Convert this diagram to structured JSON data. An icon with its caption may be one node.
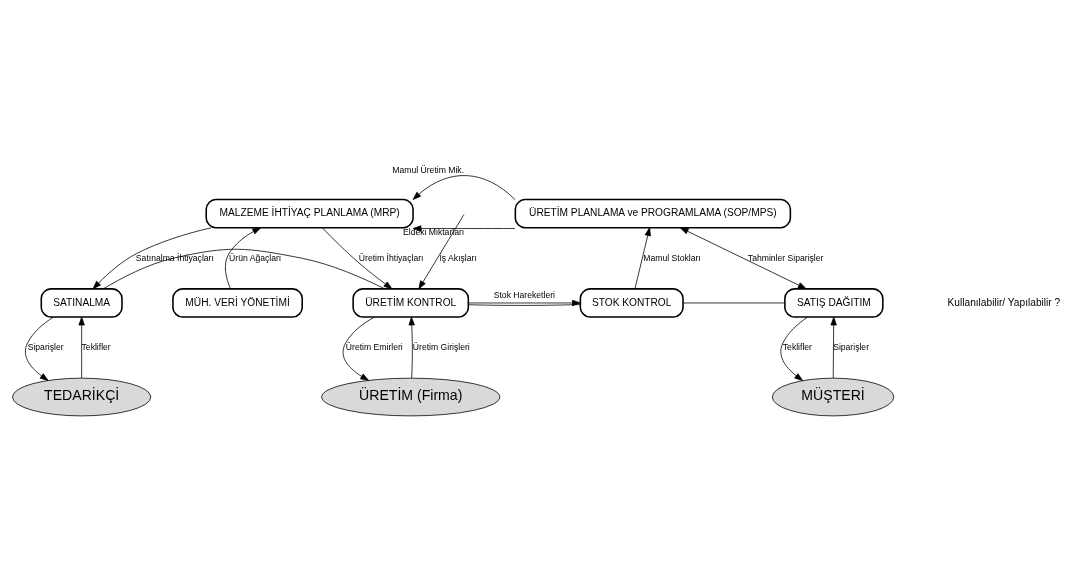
{
  "diagram": {
    "nodes": [
      {
        "text": [
          "MALZEME İHTİYAÇ PLANLAMA (MRP)"
        ]
      },
      {
        "text": [
          "ÜRETİM PLANLAMA ve PROGRAMLAMA (SOP/MPS)"
        ]
      },
      {
        "text": [
          "MÜH. VERİ YÖNETİMİ"
        ]
      },
      {
        "text": [
          "SATINALMA"
        ]
      },
      {
        "text": [
          "ÜRETİM KONTROL"
        ]
      },
      {
        "text": [
          "STOK KONTROL"
        ]
      },
      {
        "text": [
          "SATIŞ DAĞITIM"
        ]
      },
      {
        "text": [
          "TEDARİKÇİ"
        ]
      },
      {
        "text": [
          "ÜRETİM (Firma)"
        ]
      },
      {
        "text": [
          "MÜŞTERİ"
        ]
      }
    ],
    "edges": [
      {
        "from": 1,
        "to": 0,
        "arrow": "to",
        "label": "Mamul Üretim Mik."
      },
      {
        "from": 1,
        "to": 0,
        "arrow": "to",
        "label": "Eldeki Miktarları"
      },
      {
        "from": 0,
        "to": 3,
        "arrow": "to",
        "label": "Satınalma İhtiyaçları"
      },
      {
        "from": 2,
        "to": 0,
        "arrow": "to",
        "label": "Ürün Ağaçları"
      },
      {
        "from": 6,
        "to": 1,
        "arrow": "both",
        "label": "Tahminler Siparişler"
      },
      {
        "from": 0,
        "to": 4,
        "arrow": "to",
        "label": "Üretim İhtiyaçları"
      },
      {
        "from": 5,
        "to": 1,
        "arrow": "to",
        "label": "Mamul Stokları"
      },
      {
        "from": null,
        "to": 4,
        "arrow": "to",
        "label": "İş Akışları"
      },
      {
        "from": 4,
        "to": 5,
        "arrow": "to",
        "label": "Stok Hareketleri"
      },
      {
        "from": 3,
        "to": 4,
        "arrow": "none"
      },
      {
        "from": 4,
        "to": 5,
        "arrow": "none"
      },
      {
        "from": 5,
        "to": 6,
        "arrow": "none"
      },
      {
        "from": 3,
        "to": 7,
        "arrow": "to",
        "label": "Siparişler"
      },
      {
        "from": 7,
        "to": 3,
        "arrow": "to",
        "label": "Teklifler"
      },
      {
        "from": 4,
        "to": 8,
        "arrow": "to",
        "label": "Üretim Emirleri"
      },
      {
        "from": 8,
        "to": 4,
        "arrow": "to",
        "label": "Üretim Girişleri"
      },
      {
        "from": 6,
        "to": 9,
        "arrow": "to",
        "label": "Teklifler"
      },
      {
        "from": 9,
        "to": 6,
        "arrow": "to",
        "label": "Siparişler"
      }
    ],
    "labels": [
      "Kullanılabilir/ Yapılabilir ?"
    ]
  }
}
